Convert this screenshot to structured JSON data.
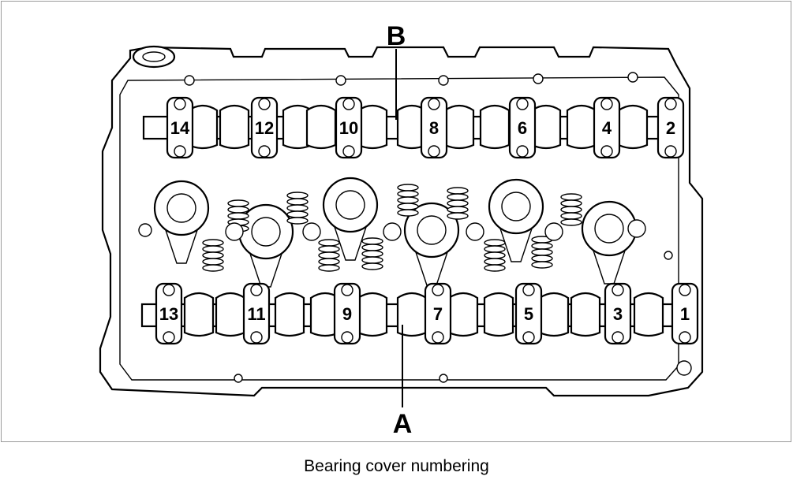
{
  "diagram": {
    "callouts": [
      {
        "id": "B",
        "label": "B"
      },
      {
        "id": "A",
        "label": "A"
      }
    ],
    "bearing_caps_top": [
      "14",
      "12",
      "10",
      "8",
      "6",
      "4",
      "2"
    ],
    "bearing_caps_bottom": [
      "13",
      "11",
      "9",
      "7",
      "5",
      "3",
      "1"
    ]
  },
  "caption": "Bearing cover numbering",
  "colors": {
    "line": "#000000",
    "background": "#ffffff",
    "frame": "#9a9a9a"
  }
}
